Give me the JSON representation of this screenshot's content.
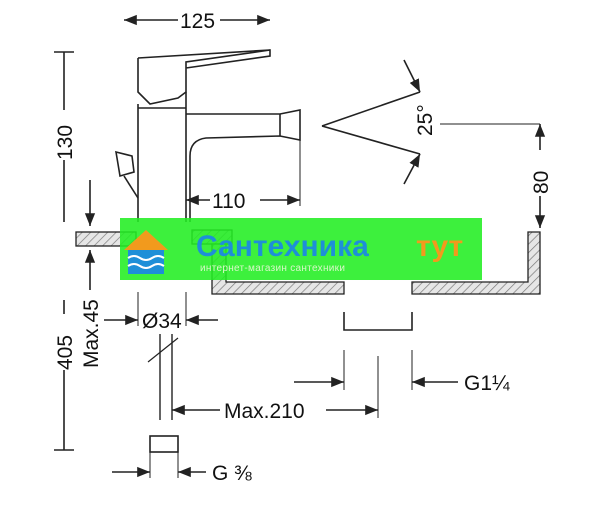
{
  "dimensions": {
    "width_top": "125",
    "height_spout": "130",
    "reach": "110",
    "angle": "25°",
    "height_right": "80",
    "total_height": "405",
    "max_45": "Max.45",
    "diameter": "Ø34",
    "max_210": "Max.210",
    "waste_thread": "G1¼",
    "inlet_thread": "G ⅜"
  },
  "watermark": {
    "brand_part1": "Сантехника",
    "brand_part2": "тут",
    "tagline": "интернет-магазин сантехники"
  },
  "colors": {
    "line": "#222222",
    "hatch": "#888888",
    "watermark_bg": "#22ee22",
    "brand_blue": "#1e8fd8",
    "brand_orange": "#f29a1d"
  }
}
